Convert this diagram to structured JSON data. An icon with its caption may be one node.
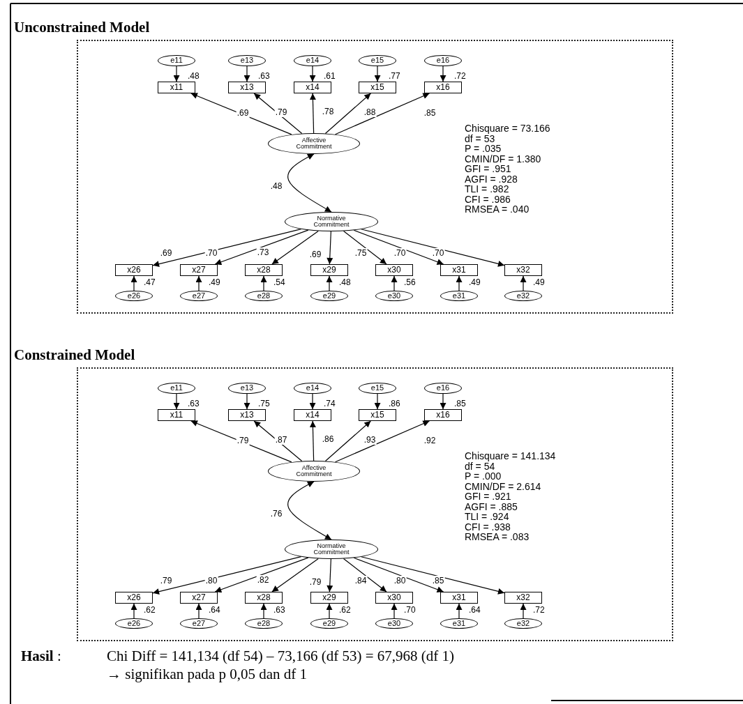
{
  "diagram": {
    "nodes": [
      {
        "text": [
          "Unconstrained Model"
        ]
      },
      {
        "text": [
          "e11"
        ],
        "in": 0
      },
      {
        "text": [
          "e13"
        ],
        "in": 0
      },
      {
        "text": [
          "e14"
        ],
        "in": 0
      },
      {
        "text": [
          "e15"
        ],
        "in": 0
      },
      {
        "text": [
          "e16"
        ],
        "in": 0
      },
      {
        "text": [
          "x11"
        ],
        "in": 0,
        "beside": [
          ".48"
        ]
      },
      {
        "text": [
          "x13"
        ],
        "in": 0,
        "beside": [
          ".63"
        ]
      },
      {
        "text": [
          "x14"
        ],
        "in": 0,
        "beside": [
          ".61"
        ]
      },
      {
        "text": [
          "x15"
        ],
        "in": 0,
        "beside": [
          ".77"
        ]
      },
      {
        "text": [
          "x16"
        ],
        "in": 0,
        "beside": [
          ".72"
        ]
      },
      {
        "text": [
          "Affective Commitment"
        ],
        "in": 0
      },
      {
        "text": [
          "Normative Commitment"
        ],
        "in": 0
      },
      {
        "text": [
          "x26"
        ],
        "in": 0,
        "beside": [
          ".47"
        ]
      },
      {
        "text": [
          "x27"
        ],
        "in": 0,
        "beside": [
          ".49"
        ]
      },
      {
        "text": [
          "x28"
        ],
        "in": 0,
        "beside": [
          ".54"
        ]
      },
      {
        "text": [
          "x29"
        ],
        "in": 0,
        "beside": [
          ".48"
        ]
      },
      {
        "text": [
          "x30"
        ],
        "in": 0,
        "beside": [
          ".56"
        ]
      },
      {
        "text": [
          "x31"
        ],
        "in": 0,
        "beside": [
          ".49"
        ]
      },
      {
        "text": [
          "x32"
        ],
        "in": 0,
        "beside": [
          ".49"
        ]
      },
      {
        "text": [
          "e26"
        ],
        "in": 0
      },
      {
        "text": [
          "e27"
        ],
        "in": 0
      },
      {
        "text": [
          "e28"
        ],
        "in": 0
      },
      {
        "text": [
          "e29"
        ],
        "in": 0
      },
      {
        "text": [
          "e30"
        ],
        "in": 0
      },
      {
        "text": [
          "e31"
        ],
        "in": 0
      },
      {
        "text": [
          "e32"
        ],
        "in": 0
      },
      {
        "text": [
          "Constrained Model"
        ]
      },
      {
        "text": [
          "e11"
        ],
        "in": 27
      },
      {
        "text": [
          "e13"
        ],
        "in": 27
      },
      {
        "text": [
          "e14"
        ],
        "in": 27
      },
      {
        "text": [
          "e15"
        ],
        "in": 27
      },
      {
        "text": [
          "e16"
        ],
        "in": 27
      },
      {
        "text": [
          "x11"
        ],
        "in": 27,
        "beside": [
          ".63"
        ]
      },
      {
        "text": [
          "x13"
        ],
        "in": 27,
        "beside": [
          ".75"
        ]
      },
      {
        "text": [
          "x14"
        ],
        "in": 27,
        "beside": [
          ".74"
        ]
      },
      {
        "text": [
          "x15"
        ],
        "in": 27,
        "beside": [
          ".86"
        ]
      },
      {
        "text": [
          "x16"
        ],
        "in": 27,
        "beside": [
          ".85"
        ]
      },
      {
        "text": [
          "Affective Commitment"
        ],
        "in": 27
      },
      {
        "text": [
          "Normative Commitment"
        ],
        "in": 27
      },
      {
        "text": [
          "x26"
        ],
        "in": 27,
        "beside": [
          ".62"
        ]
      },
      {
        "text": [
          "x27"
        ],
        "in": 27,
        "beside": [
          ".64"
        ]
      },
      {
        "text": [
          "x28"
        ],
        "in": 27,
        "beside": [
          ".63"
        ]
      },
      {
        "text": [
          "x29"
        ],
        "in": 27,
        "beside": [
          ".62"
        ]
      },
      {
        "text": [
          "x30"
        ],
        "in": 27,
        "beside": [
          ".70"
        ]
      },
      {
        "text": [
          "x31"
        ],
        "in": 27,
        "beside": [
          ".64"
        ]
      },
      {
        "text": [
          "x32"
        ],
        "in": 27,
        "beside": [
          ".72"
        ]
      },
      {
        "text": [
          "e26"
        ],
        "in": 27
      },
      {
        "text": [
          "e27"
        ],
        "in": 27
      },
      {
        "text": [
          "e28"
        ],
        "in": 27
      },
      {
        "text": [
          "e29"
        ],
        "in": 27
      },
      {
        "text": [
          "e30"
        ],
        "in": 27
      },
      {
        "text": [
          "e31"
        ],
        "in": 27
      },
      {
        "text": [
          "e32"
        ],
        "in": 27
      }
    ],
    "edges": [
      {
        "from": 1,
        "to": 6,
        "arrow": "to"
      },
      {
        "from": 2,
        "to": 7,
        "arrow": "to"
      },
      {
        "from": 3,
        "to": 8,
        "arrow": "to"
      },
      {
        "from": 4,
        "to": 9,
        "arrow": "to"
      },
      {
        "from": 5,
        "to": 10,
        "arrow": "to"
      },
      {
        "from": 11,
        "to": 6,
        "arrow": "to",
        "label": ".69"
      },
      {
        "from": 11,
        "to": 7,
        "arrow": "to",
        "label": ".79"
      },
      {
        "from": 11,
        "to": 8,
        "arrow": "to",
        "label": ".78"
      },
      {
        "from": 11,
        "to": 9,
        "arrow": "to",
        "label": ".88"
      },
      {
        "from": 11,
        "to": 10,
        "arrow": "to",
        "label": ".85"
      },
      {
        "from": 11,
        "to": 12,
        "arrow": "both",
        "label": ".48"
      },
      {
        "from": 12,
        "to": 13,
        "arrow": "to",
        "label": ".69"
      },
      {
        "from": 12,
        "to": 14,
        "arrow": "to",
        "label": ".70"
      },
      {
        "from": 12,
        "to": 15,
        "arrow": "to",
        "label": ".73"
      },
      {
        "from": 12,
        "to": 16,
        "arrow": "to",
        "label": ".69"
      },
      {
        "from": 12,
        "to": 17,
        "arrow": "to",
        "label": ".75"
      },
      {
        "from": 12,
        "to": 18,
        "arrow": "to",
        "label": ".70"
      },
      {
        "from": 12,
        "to": 19,
        "arrow": "to",
        "label": ".70"
      },
      {
        "from": 20,
        "to": 13,
        "arrow": "to"
      },
      {
        "from": 21,
        "to": 14,
        "arrow": "to"
      },
      {
        "from": 22,
        "to": 15,
        "arrow": "to"
      },
      {
        "from": 23,
        "to": 16,
        "arrow": "to"
      },
      {
        "from": 24,
        "to": 17,
        "arrow": "to"
      },
      {
        "from": 25,
        "to": 18,
        "arrow": "to"
      },
      {
        "from": 26,
        "to": 19,
        "arrow": "to"
      },
      {
        "from": 28,
        "to": 33,
        "arrow": "to"
      },
      {
        "from": 29,
        "to": 34,
        "arrow": "to"
      },
      {
        "from": 30,
        "to": 35,
        "arrow": "to"
      },
      {
        "from": 31,
        "to": 36,
        "arrow": "to"
      },
      {
        "from": 32,
        "to": 37,
        "arrow": "to"
      },
      {
        "from": 38,
        "to": 33,
        "arrow": "to",
        "label": ".79"
      },
      {
        "from": 38,
        "to": 34,
        "arrow": "to",
        "label": ".87"
      },
      {
        "from": 38,
        "to": 35,
        "arrow": "to",
        "label": ".86"
      },
      {
        "from": 38,
        "to": 36,
        "arrow": "to",
        "label": ".93"
      },
      {
        "from": 38,
        "to": 37,
        "arrow": "to",
        "label": ".92"
      },
      {
        "from": 38,
        "to": 39,
        "arrow": "both",
        "label": ".76"
      },
      {
        "from": 39,
        "to": 40,
        "arrow": "to",
        "label": ".79"
      },
      {
        "from": 39,
        "to": 41,
        "arrow": "to",
        "label": ".80"
      },
      {
        "from": 39,
        "to": 42,
        "arrow": "to",
        "label": ".82"
      },
      {
        "from": 39,
        "to": 43,
        "arrow": "to",
        "label": ".79"
      },
      {
        "from": 39,
        "to": 44,
        "arrow": "to",
        "label": ".84"
      },
      {
        "from": 39,
        "to": 45,
        "arrow": "to",
        "label": ".80"
      },
      {
        "from": 39,
        "to": 46,
        "arrow": "to",
        "label": ".85"
      },
      {
        "from": 47,
        "to": 40,
        "arrow": "to"
      },
      {
        "from": 48,
        "to": 41,
        "arrow": "to"
      },
      {
        "from": 49,
        "to": 42,
        "arrow": "to"
      },
      {
        "from": 50,
        "to": 43,
        "arrow": "to"
      },
      {
        "from": 51,
        "to": 44,
        "arrow": "to"
      },
      {
        "from": 52,
        "to": 45,
        "arrow": "to"
      },
      {
        "from": 53,
        "to": 46,
        "arrow": "to"
      }
    ],
    "labels": [
      "Chisquare = 73.166",
      "df = 53",
      "P = .035",
      "CMIN/DF = 1.380",
      "GFI = .951",
      "AGFI = .928",
      "TLI = .982",
      "CFI = .986",
      "RMSEA = .040",
      "Chisquare = 141.134",
      "df = 54",
      "P = .000",
      "CMIN/DF = 2.614",
      "GFI = .921",
      "AGFI = .885",
      "TLI = .924",
      "CFI = .938",
      "RMSEA = .083",
      "**Hasil** :",
      "Chi Diff = 141,134 (df 54) – 73,166 (df 53) = 67,968 (df 1)",
      "→ signifikan pada p 0,05 dan df 1"
    ]
  }
}
